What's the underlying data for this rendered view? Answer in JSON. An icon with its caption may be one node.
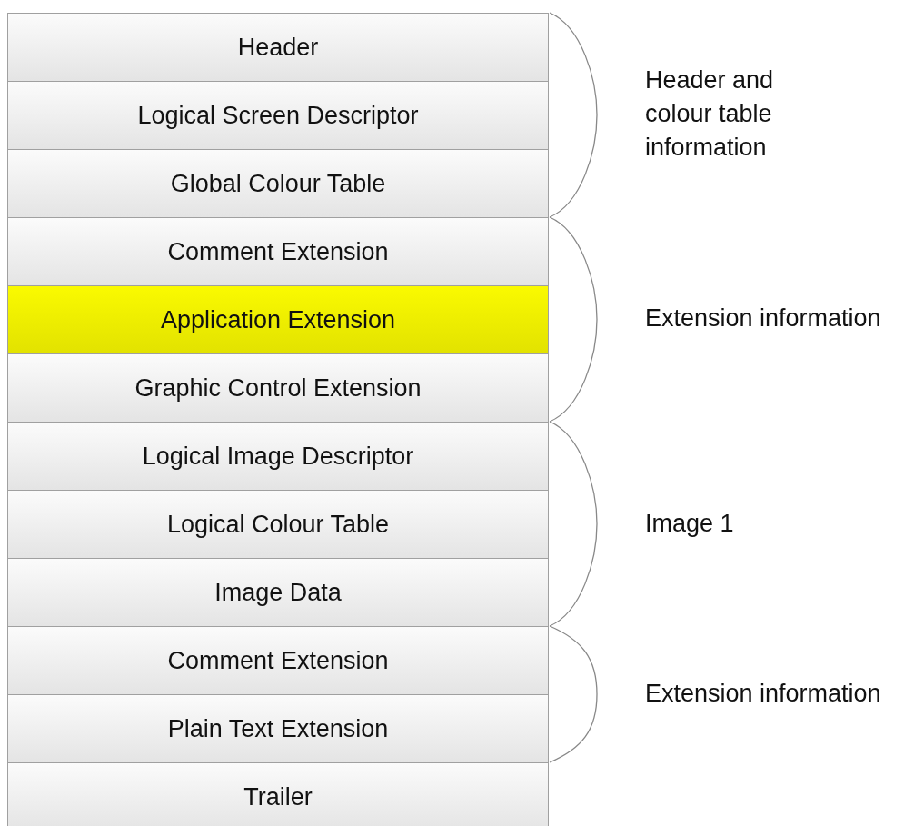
{
  "diagram": {
    "nodes": [
      {
        "text": [
          "Header"
        ]
      },
      {
        "text": [
          "Logical Screen Descriptor"
        ]
      },
      {
        "text": [
          "Global Colour Table"
        ]
      },
      {
        "text": [
          "Comment Extension"
        ]
      },
      {
        "text": [
          "Application Extension"
        ]
      },
      {
        "text": [
          "Graphic Control Extension"
        ]
      },
      {
        "text": [
          "Logical Image Descriptor"
        ]
      },
      {
        "text": [
          "Logical Colour Table"
        ]
      },
      {
        "text": [
          "Image Data"
        ]
      },
      {
        "text": [
          "Comment Extension"
        ]
      },
      {
        "text": [
          "Plain Text Extension"
        ]
      },
      {
        "text": [
          "Trailer"
        ]
      }
    ],
    "labels": [
      "Header and colour table information",
      "Extension information",
      "Image 1",
      "Extension information"
    ]
  }
}
